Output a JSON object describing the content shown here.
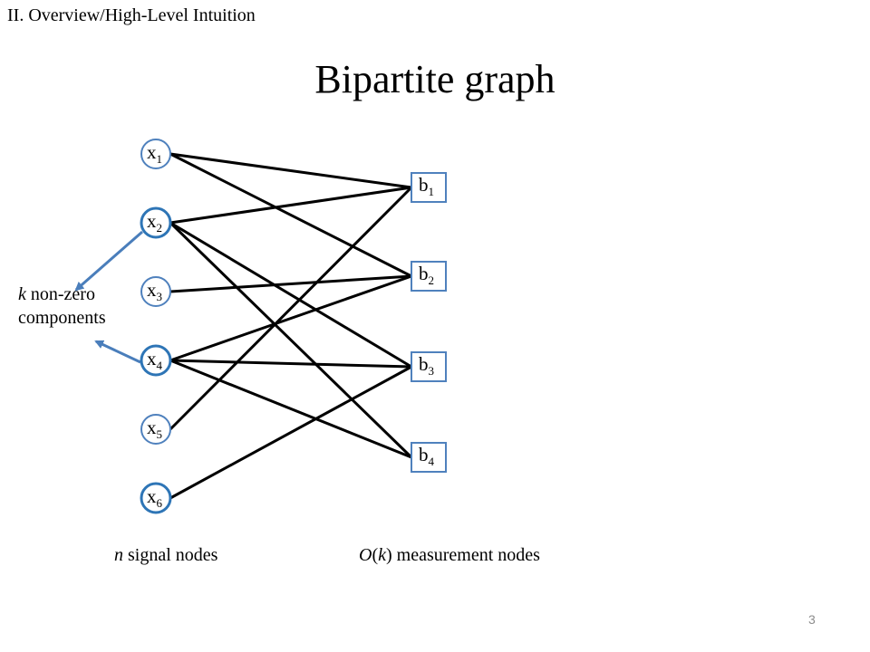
{
  "header": {
    "section": "II. Overview/High-Level Intuition"
  },
  "title": "Bipartite graph",
  "signal_nodes": [
    {
      "letter": "x",
      "index": "1",
      "highlighted": false
    },
    {
      "letter": "x",
      "index": "2",
      "highlighted": true
    },
    {
      "letter": "x",
      "index": "3",
      "highlighted": false
    },
    {
      "letter": "x",
      "index": "4",
      "highlighted": true
    },
    {
      "letter": "x",
      "index": "5",
      "highlighted": false
    },
    {
      "letter": "x",
      "index": "6",
      "highlighted": true
    }
  ],
  "measurement_nodes": [
    {
      "letter": "b",
      "index": "1"
    },
    {
      "letter": "b",
      "index": "2"
    },
    {
      "letter": "b",
      "index": "3"
    },
    {
      "letter": "b",
      "index": "4"
    }
  ],
  "edges": [
    {
      "from": "x1",
      "to": "b1"
    },
    {
      "from": "x1",
      "to": "b2"
    },
    {
      "from": "x2",
      "to": "b1"
    },
    {
      "from": "x2",
      "to": "b3"
    },
    {
      "from": "x2",
      "to": "b4"
    },
    {
      "from": "x3",
      "to": "b2"
    },
    {
      "from": "x4",
      "to": "b2"
    },
    {
      "from": "x4",
      "to": "b3"
    },
    {
      "from": "x4",
      "to": "b4"
    },
    {
      "from": "x5",
      "to": "b1"
    },
    {
      "from": "x6",
      "to": "b3"
    }
  ],
  "annotation": {
    "italic": "k",
    "line1_rest": " non-zero",
    "line2": "components"
  },
  "captions": {
    "left_italic": "n",
    "left_rest": " signal nodes",
    "right_italic_o": "O",
    "right_paren_open": "(",
    "right_italic_k": "k",
    "right_rest": ") measurement nodes"
  },
  "page_number": "3",
  "colors": {
    "node_stroke": "#4f81bd",
    "highlight_stroke": "#2e75b6",
    "edge": "#000000",
    "arrow": "#4a7ebb"
  }
}
